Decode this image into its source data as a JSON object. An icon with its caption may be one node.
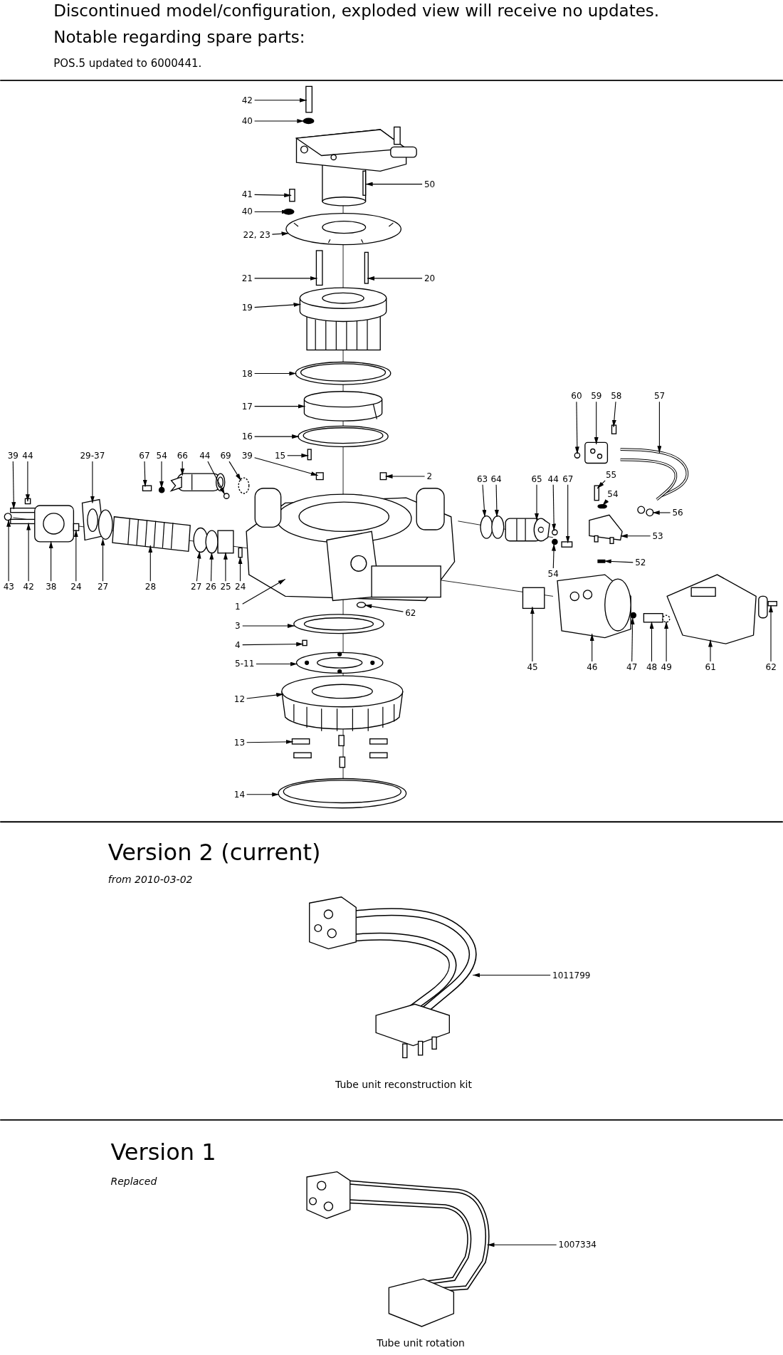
{
  "diagram": {
    "title": "Discontinued model/configuration, exploded view will receive no updates.",
    "nodes": [
      {
        "text": [
          "42"
        ]
      },
      {
        "text": [
          "40"
        ]
      },
      {
        "text": [
          "50"
        ]
      },
      {
        "text": [
          "41"
        ]
      },
      {
        "text": [
          "40"
        ]
      },
      {
        "text": [
          "22, 23"
        ]
      },
      {
        "text": [
          "21"
        ]
      },
      {
        "text": [
          "20"
        ]
      },
      {
        "text": [
          "19"
        ]
      },
      {
        "text": [
          "18"
        ]
      },
      {
        "text": [
          "17"
        ]
      },
      {
        "text": [
          "16"
        ]
      },
      {
        "text": [
          "15"
        ]
      },
      {
        "text": [
          "60"
        ]
      },
      {
        "text": [
          "59"
        ]
      },
      {
        "text": [
          "58"
        ]
      },
      {
        "text": [
          "57"
        ]
      },
      {
        "text": [
          "39"
        ]
      },
      {
        "text": [
          "44"
        ]
      },
      {
        "text": [
          "29-37"
        ]
      },
      {
        "text": [
          "67"
        ]
      },
      {
        "text": [
          "54"
        ]
      },
      {
        "text": [
          "66"
        ]
      },
      {
        "text": [
          "44"
        ]
      },
      {
        "text": [
          "69"
        ]
      },
      {
        "text": [
          "39"
        ]
      },
      {
        "text": [
          "2"
        ]
      },
      {
        "text": [
          "63"
        ]
      },
      {
        "text": [
          "64"
        ]
      },
      {
        "text": [
          "65"
        ]
      },
      {
        "text": [
          "44"
        ]
      },
      {
        "text": [
          "67"
        ]
      },
      {
        "text": [
          "55"
        ]
      },
      {
        "text": [
          "54"
        ]
      },
      {
        "text": [
          "56"
        ]
      },
      {
        "text": [
          "53"
        ]
      },
      {
        "text": [
          "54"
        ]
      },
      {
        "text": [
          "52"
        ]
      },
      {
        "text": [
          "1"
        ]
      },
      {
        "text": [
          "62"
        ]
      },
      {
        "text": [
          "43"
        ]
      },
      {
        "text": [
          "42"
        ]
      },
      {
        "text": [
          "38"
        ]
      },
      {
        "text": [
          "24"
        ]
      },
      {
        "text": [
          "27"
        ]
      },
      {
        "text": [
          "28"
        ]
      },
      {
        "text": [
          "27"
        ]
      },
      {
        "text": [
          "26"
        ]
      },
      {
        "text": [
          "25"
        ]
      },
      {
        "text": [
          "24"
        ]
      },
      {
        "text": [
          "3"
        ]
      },
      {
        "text": [
          "4"
        ]
      },
      {
        "text": [
          "5-11"
        ]
      },
      {
        "text": [
          "12"
        ]
      },
      {
        "text": [
          "13"
        ]
      },
      {
        "text": [
          "14"
        ]
      },
      {
        "text": [
          "45"
        ]
      },
      {
        "text": [
          "46"
        ]
      },
      {
        "text": [
          "47"
        ]
      },
      {
        "text": [
          "48"
        ]
      },
      {
        "text": [
          "49"
        ]
      },
      {
        "text": [
          "61"
        ]
      },
      {
        "text": [
          "62"
        ]
      },
      {
        "text": [
          "1011799"
        ]
      },
      {
        "text": [
          "1007334"
        ]
      },
      {
        "text": [],
        "shape": "box"
      },
      {
        "text": [],
        "shape": "circle"
      },
      {
        "text": [],
        "shape": "picture"
      },
      {
        "text": [],
        "shape": "box"
      },
      {
        "text": [],
        "shape": "circle"
      },
      {
        "text": [],
        "shape": "picture"
      },
      {
        "text": [],
        "shape": "box"
      },
      {
        "text": [],
        "shape": "box"
      },
      {
        "text": [],
        "shape": "picture"
      },
      {
        "text": [],
        "shape": "picture"
      },
      {
        "text": [],
        "shape": "picture"
      },
      {
        "text": [],
        "shape": "picture"
      },
      {
        "text": [],
        "shape": "box"
      },
      {
        "text": [],
        "shape": "circle"
      },
      {
        "text": [],
        "shape": "picture"
      },
      {
        "text": [],
        "shape": "box"
      },
      {
        "text": [],
        "shape": "picture"
      },
      {
        "text": [],
        "shape": "box"
      },
      {
        "text": [],
        "shape": "box"
      },
      {
        "text": [],
        "shape": "picture"
      },
      {
        "text": [],
        "shape": "box"
      },
      {
        "text": [],
        "shape": "circle"
      },
      {
        "text": [],
        "shape": "picture"
      },
      {
        "text": [],
        "shape": "circle"
      },
      {
        "text": [],
        "shape": "circle"
      },
      {
        "text": [],
        "shape": "box"
      },
      {
        "text": [],
        "shape": "box"
      },
      {
        "text": [],
        "shape": "circle"
      },
      {
        "text": [],
        "shape": "circle"
      },
      {
        "text": [],
        "shape": "picture"
      },
      {
        "text": [],
        "shape": "circle"
      },
      {
        "text": [],
        "shape": "box"
      },
      {
        "text": [],
        "shape": "box"
      },
      {
        "text": [],
        "shape": "circle"
      },
      {
        "text": [],
        "shape": "picture"
      },
      {
        "text": [],
        "shape": "picture"
      },
      {
        "text": [],
        "shape": "circle"
      },
      {
        "text": [],
        "shape": "box"
      },
      {
        "text": [],
        "shape": "picture"
      },
      {
        "text": [],
        "shape": "circle"
      },
      {
        "text": [],
        "shape": "circle"
      },
      {
        "text": [],
        "shape": "box"
      },
      {
        "text": [],
        "shape": "picture"
      },
      {
        "text": [],
        "shape": "box"
      },
      {
        "text": [],
        "shape": "circle"
      },
      {
        "text": [],
        "shape": "picture"
      },
      {
        "text": [],
        "shape": "circle"
      },
      {
        "text": [],
        "shape": "circle"
      },
      {
        "text": [],
        "shape": "box"
      },
      {
        "text": [],
        "shape": "box"
      },
      {
        "text": [],
        "shape": "picture"
      },
      {
        "text": [],
        "shape": "box"
      },
      {
        "text": [],
        "shape": "picture"
      },
      {
        "text": [],
        "shape": "picture"
      },
      {
        "text": [],
        "shape": "picture"
      },
      {
        "text": [],
        "shape": "picture"
      },
      {
        "text": [],
        "shape": "box"
      },
      {
        "text": [],
        "shape": "picture"
      },
      {
        "text": [],
        "shape": "circle"
      },
      {
        "text": [],
        "shape": "box"
      },
      {
        "text": [],
        "shape": "circle"
      },
      {
        "text": [],
        "shape": "picture"
      },
      {
        "text": [],
        "shape": "box"
      },
      {
        "text": [],
        "shape": "picture"
      },
      {
        "text": [],
        "shape": "picture"
      }
    ],
    "edges": [
      {
        "from": 0,
        "to": 65,
        "arrow": "to"
      },
      {
        "from": 1,
        "to": 66,
        "arrow": "to"
      },
      {
        "from": 2,
        "to": 67,
        "arrow": "to"
      },
      {
        "from": 3,
        "to": 68,
        "arrow": "to"
      },
      {
        "from": 4,
        "to": 69,
        "arrow": "to"
      },
      {
        "from": 5,
        "to": 70,
        "arrow": "to"
      },
      {
        "from": 6,
        "to": 71,
        "arrow": "to"
      },
      {
        "from": 7,
        "to": 72,
        "arrow": "to"
      },
      {
        "from": 8,
        "to": 73,
        "arrow": "to"
      },
      {
        "from": 9,
        "to": 74,
        "arrow": "to"
      },
      {
        "from": 10,
        "to": 75,
        "arrow": "to"
      },
      {
        "from": 11,
        "to": 76,
        "arrow": "to"
      },
      {
        "from": 12,
        "to": 77,
        "arrow": "to"
      },
      {
        "from": 13,
        "to": 78,
        "arrow": "to"
      },
      {
        "from": 14,
        "to": 79,
        "arrow": "to"
      },
      {
        "from": 15,
        "to": 80,
        "arrow": "to"
      },
      {
        "from": 16,
        "to": 81,
        "arrow": "to"
      },
      {
        "from": 17,
        "to": 82,
        "arrow": "to"
      },
      {
        "from": 18,
        "to": 83,
        "arrow": "to"
      },
      {
        "from": 19,
        "to": 84,
        "arrow": "to"
      },
      {
        "from": 20,
        "to": 85,
        "arrow": "to"
      },
      {
        "from": 21,
        "to": 86,
        "arrow": "to"
      },
      {
        "from": 22,
        "to": 87,
        "arrow": "to"
      },
      {
        "from": 23,
        "to": 88,
        "arrow": "to"
      },
      {
        "from": 24,
        "to": 89,
        "arrow": "to"
      },
      {
        "from": 25,
        "to": 90,
        "arrow": "to"
      },
      {
        "from": 26,
        "to": 91,
        "arrow": "to"
      },
      {
        "from": 27,
        "to": 92,
        "arrow": "to"
      },
      {
        "from": 28,
        "to": 93,
        "arrow": "to"
      },
      {
        "from": 29,
        "to": 94,
        "arrow": "to"
      },
      {
        "from": 30,
        "to": 95,
        "arrow": "to"
      },
      {
        "from": 31,
        "to": 96,
        "arrow": "to"
      },
      {
        "from": 32,
        "to": 97,
        "arrow": "to"
      },
      {
        "from": 33,
        "to": 98,
        "arrow": "to"
      },
      {
        "from": 34,
        "to": 99,
        "arrow": "to"
      },
      {
        "from": 35,
        "to": 100,
        "arrow": "to"
      },
      {
        "from": 36,
        "to": 101,
        "arrow": "to"
      },
      {
        "from": 37,
        "to": 102,
        "arrow": "to"
      },
      {
        "from": 38,
        "to": 103,
        "arrow": "to"
      },
      {
        "from": 39,
        "to": 104,
        "arrow": "to"
      },
      {
        "from": 40,
        "to": 105,
        "arrow": "to"
      },
      {
        "from": 41,
        "to": 106,
        "arrow": "to"
      },
      {
        "from": 42,
        "to": 107,
        "arrow": "to"
      },
      {
        "from": 43,
        "to": 108,
        "arrow": "to"
      },
      {
        "from": 44,
        "to": 109,
        "arrow": "to"
      },
      {
        "from": 45,
        "to": 110,
        "arrow": "to"
      },
      {
        "from": 46,
        "to": 111,
        "arrow": "to"
      },
      {
        "from": 47,
        "to": 112,
        "arrow": "to"
      },
      {
        "from": 48,
        "to": 113,
        "arrow": "to"
      },
      {
        "from": 49,
        "to": 114,
        "arrow": "to"
      },
      {
        "from": 50,
        "to": 115,
        "arrow": "to"
      },
      {
        "from": 51,
        "to": 116,
        "arrow": "to"
      },
      {
        "from": 52,
        "to": 117,
        "arrow": "to"
      },
      {
        "from": 53,
        "to": 118,
        "arrow": "to"
      },
      {
        "from": 54,
        "to": 119,
        "arrow": "to"
      },
      {
        "from": 55,
        "to": 120,
        "arrow": "to"
      },
      {
        "from": 56,
        "to": 121,
        "arrow": "to"
      },
      {
        "from": 57,
        "to": 122,
        "arrow": "to"
      },
      {
        "from": 58,
        "to": 123,
        "arrow": "to"
      },
      {
        "from": 59,
        "to": 124,
        "arrow": "to"
      },
      {
        "from": 60,
        "to": 125,
        "arrow": "to"
      },
      {
        "from": 61,
        "to": 126,
        "arrow": "to"
      },
      {
        "from": 62,
        "to": 127,
        "arrow": "to"
      },
      {
        "from": 63,
        "to": 128,
        "arrow": "to"
      },
      {
        "from": 64,
        "to": 129,
        "arrow": "to"
      }
    ],
    "labels": [
      "Notable regarding spare parts:",
      "POS.5 updated to 6000441.",
      "Version 2 (current)",
      "from 2010-03-02",
      "Tube unit reconstruction kit",
      "Version 1",
      "Replaced",
      "Tube unit rotation"
    ]
  }
}
